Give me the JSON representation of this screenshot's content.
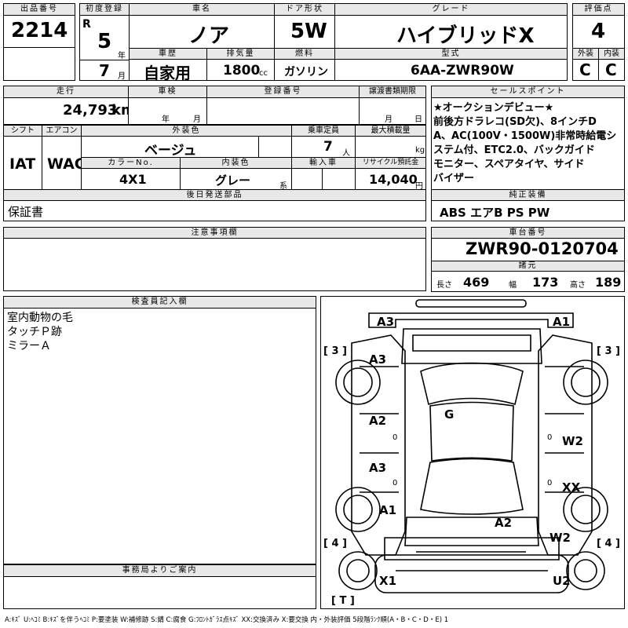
{
  "header": {
    "lot_label": "出品番号",
    "lot": "2214",
    "reg_label": "初度登録",
    "era": "R",
    "year_num": "5",
    "year_unit": "年",
    "month_num": "7",
    "month_unit": "月",
    "name_label": "車名",
    "name": "ノア",
    "door_label": "ドア形状",
    "door": "5W",
    "grade_label": "グレード",
    "grade": "ハイブリッドX",
    "score_label": "評価点",
    "score": "4",
    "history_label": "車歴",
    "history": "自家用",
    "disp_label": "排気量",
    "disp": "1800",
    "disp_unit": "cc",
    "fuel_label": "燃料",
    "fuel": "ガソリン",
    "model_label": "型式",
    "model": "6AA-ZWR90W",
    "ext_label": "外装",
    "ext": "C",
    "int_label": "内装",
    "int": "C"
  },
  "row2": {
    "mileage_label": "走行",
    "mileage": "24,793",
    "mileage_unit": "km",
    "inspection_label": "車検",
    "insp_year": "年",
    "insp_month": "月",
    "regno_label": "登録番号",
    "transfer_label": "譲渡書類期限",
    "tr_month": "月",
    "tr_day": "日",
    "shift_label": "シフト",
    "shift": "IAT",
    "ac_label": "エアコン",
    "ac": "WAC",
    "color_label": "外装色",
    "color": "ベージュ",
    "seats_label": "乗車定員",
    "seats": "7",
    "seats_unit": "人",
    "load_label": "最大積載量",
    "load_unit": "kg",
    "colorno_label": "カラーNo.",
    "colorno": "4X1",
    "intcolor_label": "内装色",
    "intcolor": "グレー",
    "intcolor_unit": "系",
    "import_label": "輸入車",
    "recycle_label": "リサイクル預託金",
    "recycle": "14,040",
    "recycle_unit": "円",
    "later_label": "後日発送部品",
    "later": "保証書",
    "caution_label": "注意事項欄"
  },
  "sales": {
    "label": "セールスポイント",
    "text": "★オークションデビュー★\n前後方ドラレコ(SD欠)、8インチD\nA、AC(100V・1500W)非常時給電シ\nステム付、ETC2.0、バックガイド\nモニター、スペアタイヤ、サイド\nバイザー",
    "equip_label": "純正装備",
    "equip": "ABS エアB PS PW"
  },
  "chassis": {
    "label": "車台番号",
    "number": "ZWR90-0120704",
    "dims_label": "諸元",
    "len_label": "長さ",
    "len": "469",
    "wid_label": "幅",
    "wid": "173",
    "hgt_label": "高さ",
    "hgt": "189"
  },
  "inspector": {
    "label": "検査員記入欄",
    "notes": "室内動物の毛\nタッチＰ跡\nミラーＡ"
  },
  "office": {
    "label": "事務局よりご案内"
  },
  "diagram": {
    "marks": {
      "fa3": "A3",
      "fa1": "A1",
      "l3": "[ 3 ]",
      "r3": "[ 3 ]",
      "la3a": "A3",
      "g": "G",
      "la2": "A2",
      "la3b": "A3",
      "la1": "A1",
      "rw2a": "W2",
      "rxx": "XX",
      "ra2": "A2",
      "rw2b": "W2",
      "l4": "[ 4 ]",
      "r4": "[ 4 ]",
      "bx1": "X1",
      "bu2": "U2",
      "t": "[ T ]",
      "zero1": "0",
      "zero2": "0",
      "zero3": "0",
      "zero4": "0"
    }
  },
  "legend": "A:ｷｽﾞ  U:ﾍｺﾐ  B:ｷｽﾞを伴うﾍｺﾐ  P:要塗装  W:補修跡  S:錆  C:腐食  G:ﾌﾛﾝﾄｶﾞﾗｽ点ｷｽﾞ  XX:交換済み  X:要交換   内・外装評価  5段階ﾗﾝｸ順(A・B・C・D・E)  1"
}
